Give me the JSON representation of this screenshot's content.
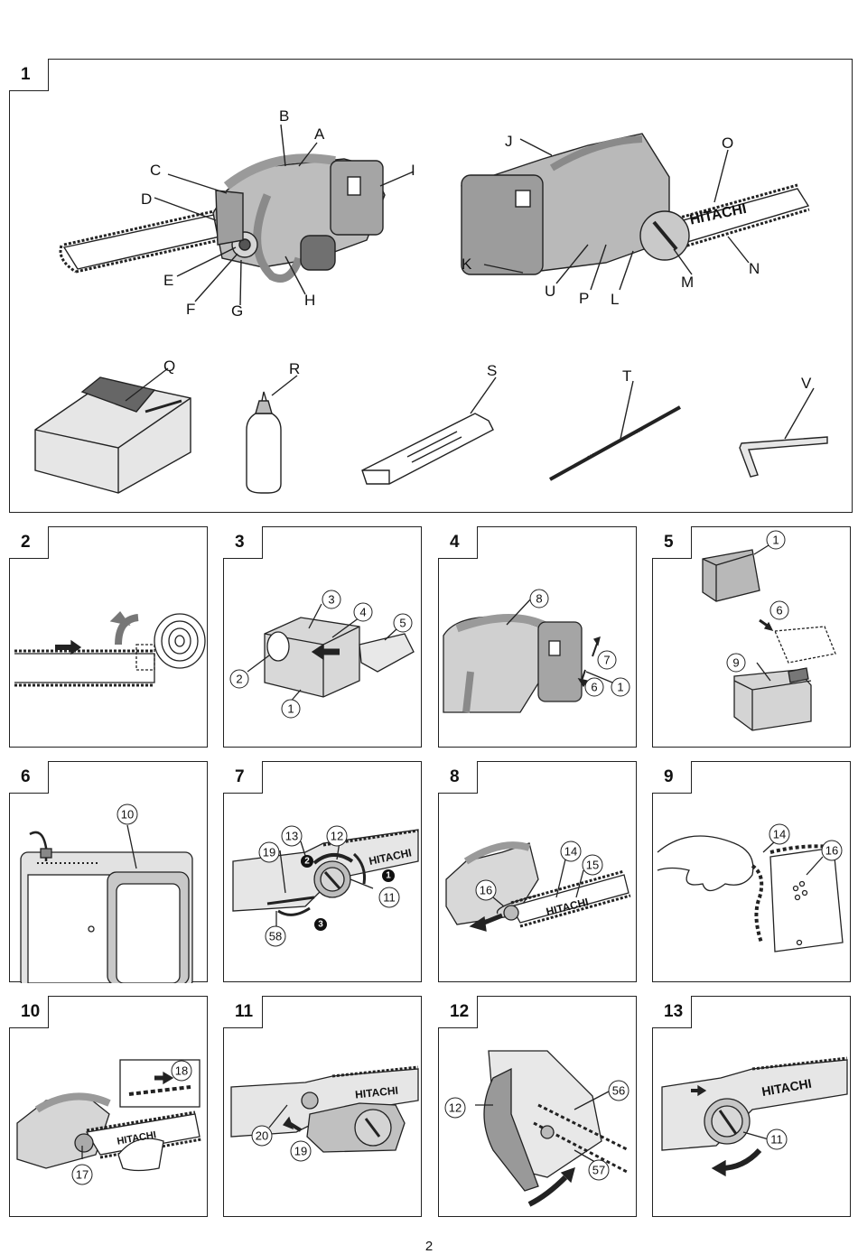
{
  "page": {
    "number": "2"
  },
  "figures": {
    "f1": {
      "number": "1",
      "labels": {
        "A": "A",
        "B": "B",
        "C": "C",
        "D": "D",
        "E": "E",
        "F": "F",
        "G": "G",
        "H": "H",
        "I": "I",
        "J": "J",
        "K": "K",
        "L": "L",
        "M": "M",
        "N": "N",
        "O": "O",
        "P": "P",
        "Q": "Q",
        "R": "R",
        "S": "S",
        "T": "T",
        "U": "U",
        "V": "V"
      },
      "brand": "HITACHI"
    },
    "f2": {
      "number": "2"
    },
    "f3": {
      "number": "3",
      "callouts": [
        "1",
        "2",
        "3",
        "4",
        "5"
      ]
    },
    "f4": {
      "number": "4",
      "callouts": [
        "1",
        "6",
        "7",
        "8"
      ]
    },
    "f5": {
      "number": "5",
      "callouts": [
        "1",
        "6",
        "9"
      ]
    },
    "f6": {
      "number": "6",
      "callouts": [
        "10"
      ]
    },
    "f7": {
      "number": "7",
      "callouts": [
        "11",
        "12",
        "13",
        "19",
        "58"
      ],
      "steps": [
        "1",
        "2",
        "3"
      ],
      "brand": "HITACHI"
    },
    "f8": {
      "number": "8",
      "callouts": [
        "14",
        "15",
        "16"
      ],
      "brand": "HITACHI"
    },
    "f9": {
      "number": "9",
      "callouts": [
        "14",
        "16"
      ]
    },
    "f10": {
      "number": "10",
      "callouts": [
        "17",
        "18"
      ],
      "brand": "HITACHI"
    },
    "f11": {
      "number": "11",
      "callouts": [
        "19",
        "20"
      ],
      "brand": "HITACHI"
    },
    "f12": {
      "number": "12",
      "callouts": [
        "12",
        "56",
        "57"
      ]
    },
    "f13": {
      "number": "13",
      "callouts": [
        "11"
      ],
      "brand": "HITACHI"
    }
  }
}
